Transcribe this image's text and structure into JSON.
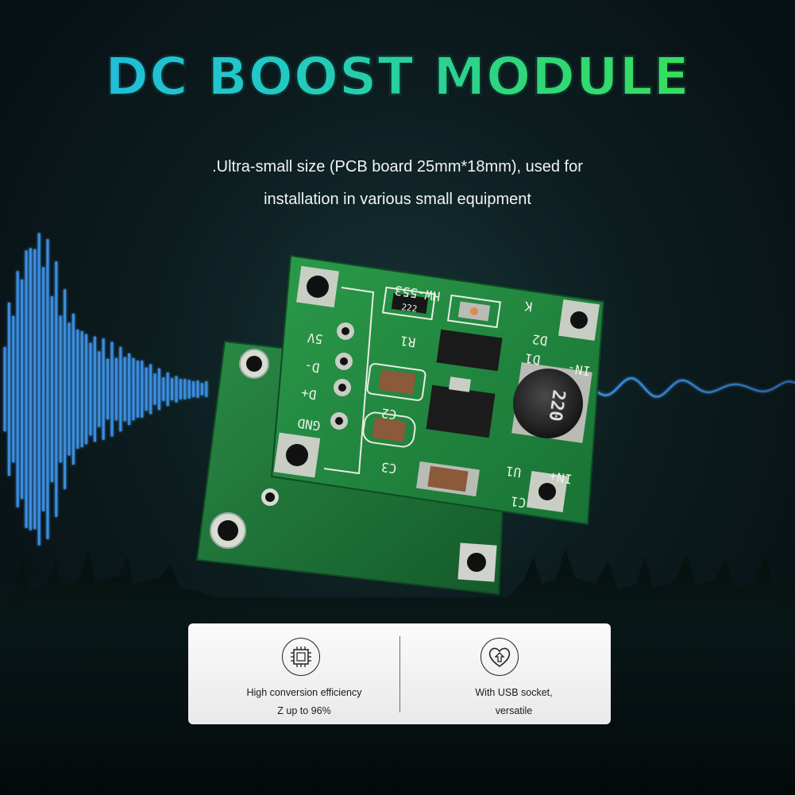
{
  "title": "DC BOOST MODULE",
  "subtitle": {
    "line1": ".Ultra-small size (PCB board 25mm*18mm), used for",
    "line2": "installation in various small equipment"
  },
  "board": {
    "model": "HW-553",
    "resistor_code": "222",
    "inductor_code": "220",
    "silkscreen": {
      "r1": "R1",
      "d1": "D1",
      "d2": "D2",
      "k": "K",
      "in_minus": "IN-",
      "in_plus": "IN+",
      "c1": "C1",
      "c2": "C2",
      "c3": "C3",
      "u1": "U1",
      "v5": "5V",
      "d_minus": "D-",
      "d_plus": "D+",
      "gnd": "GND"
    }
  },
  "features": [
    {
      "icon": "chip-icon",
      "line1": "High conversion efficiency",
      "line2": "Z up to 96%"
    },
    {
      "icon": "heart-icon",
      "line1": "With USB socket,",
      "line2": "versatile"
    }
  ],
  "colors": {
    "title_start": "#1fb6e6",
    "title_end": "#3ee34a",
    "pcb_green": "#1e7a3a",
    "wave_blue": "#3a8ee0",
    "background": "#0c1c1f"
  }
}
